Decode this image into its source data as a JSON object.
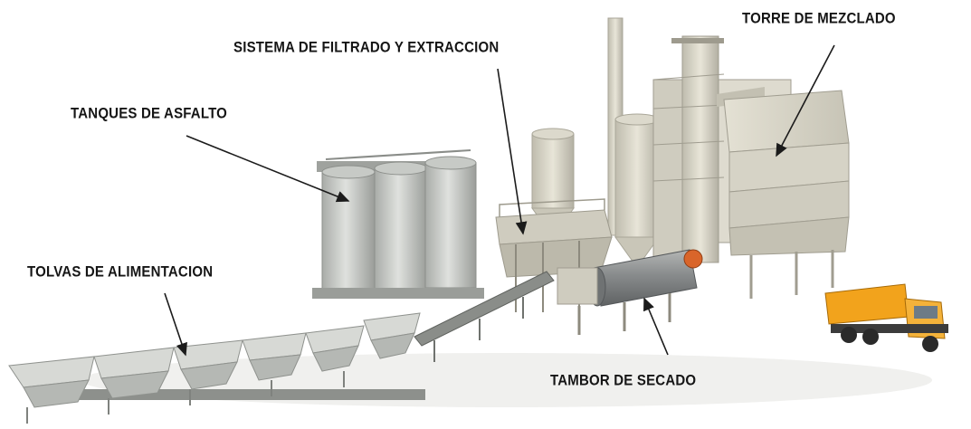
{
  "labels": {
    "torre": "TORRE DE MEZCLADO",
    "sistema": "SISTEMA DE FILTRADO Y EXTRACCION",
    "tanques": "TANQUES DE ASFALTO",
    "tolvas": "TOLVAS DE ALIMENTACION",
    "tambor": "TAMBOR DE SECADO"
  },
  "colors": {
    "structure": "#d8d6cc",
    "structure_shade": "#b9b7ac",
    "silo": "#c9ccc8",
    "drum": "#8e9192",
    "accent_orange": "#d9652a",
    "truck": "#f2a31c",
    "ink": "#151515"
  }
}
